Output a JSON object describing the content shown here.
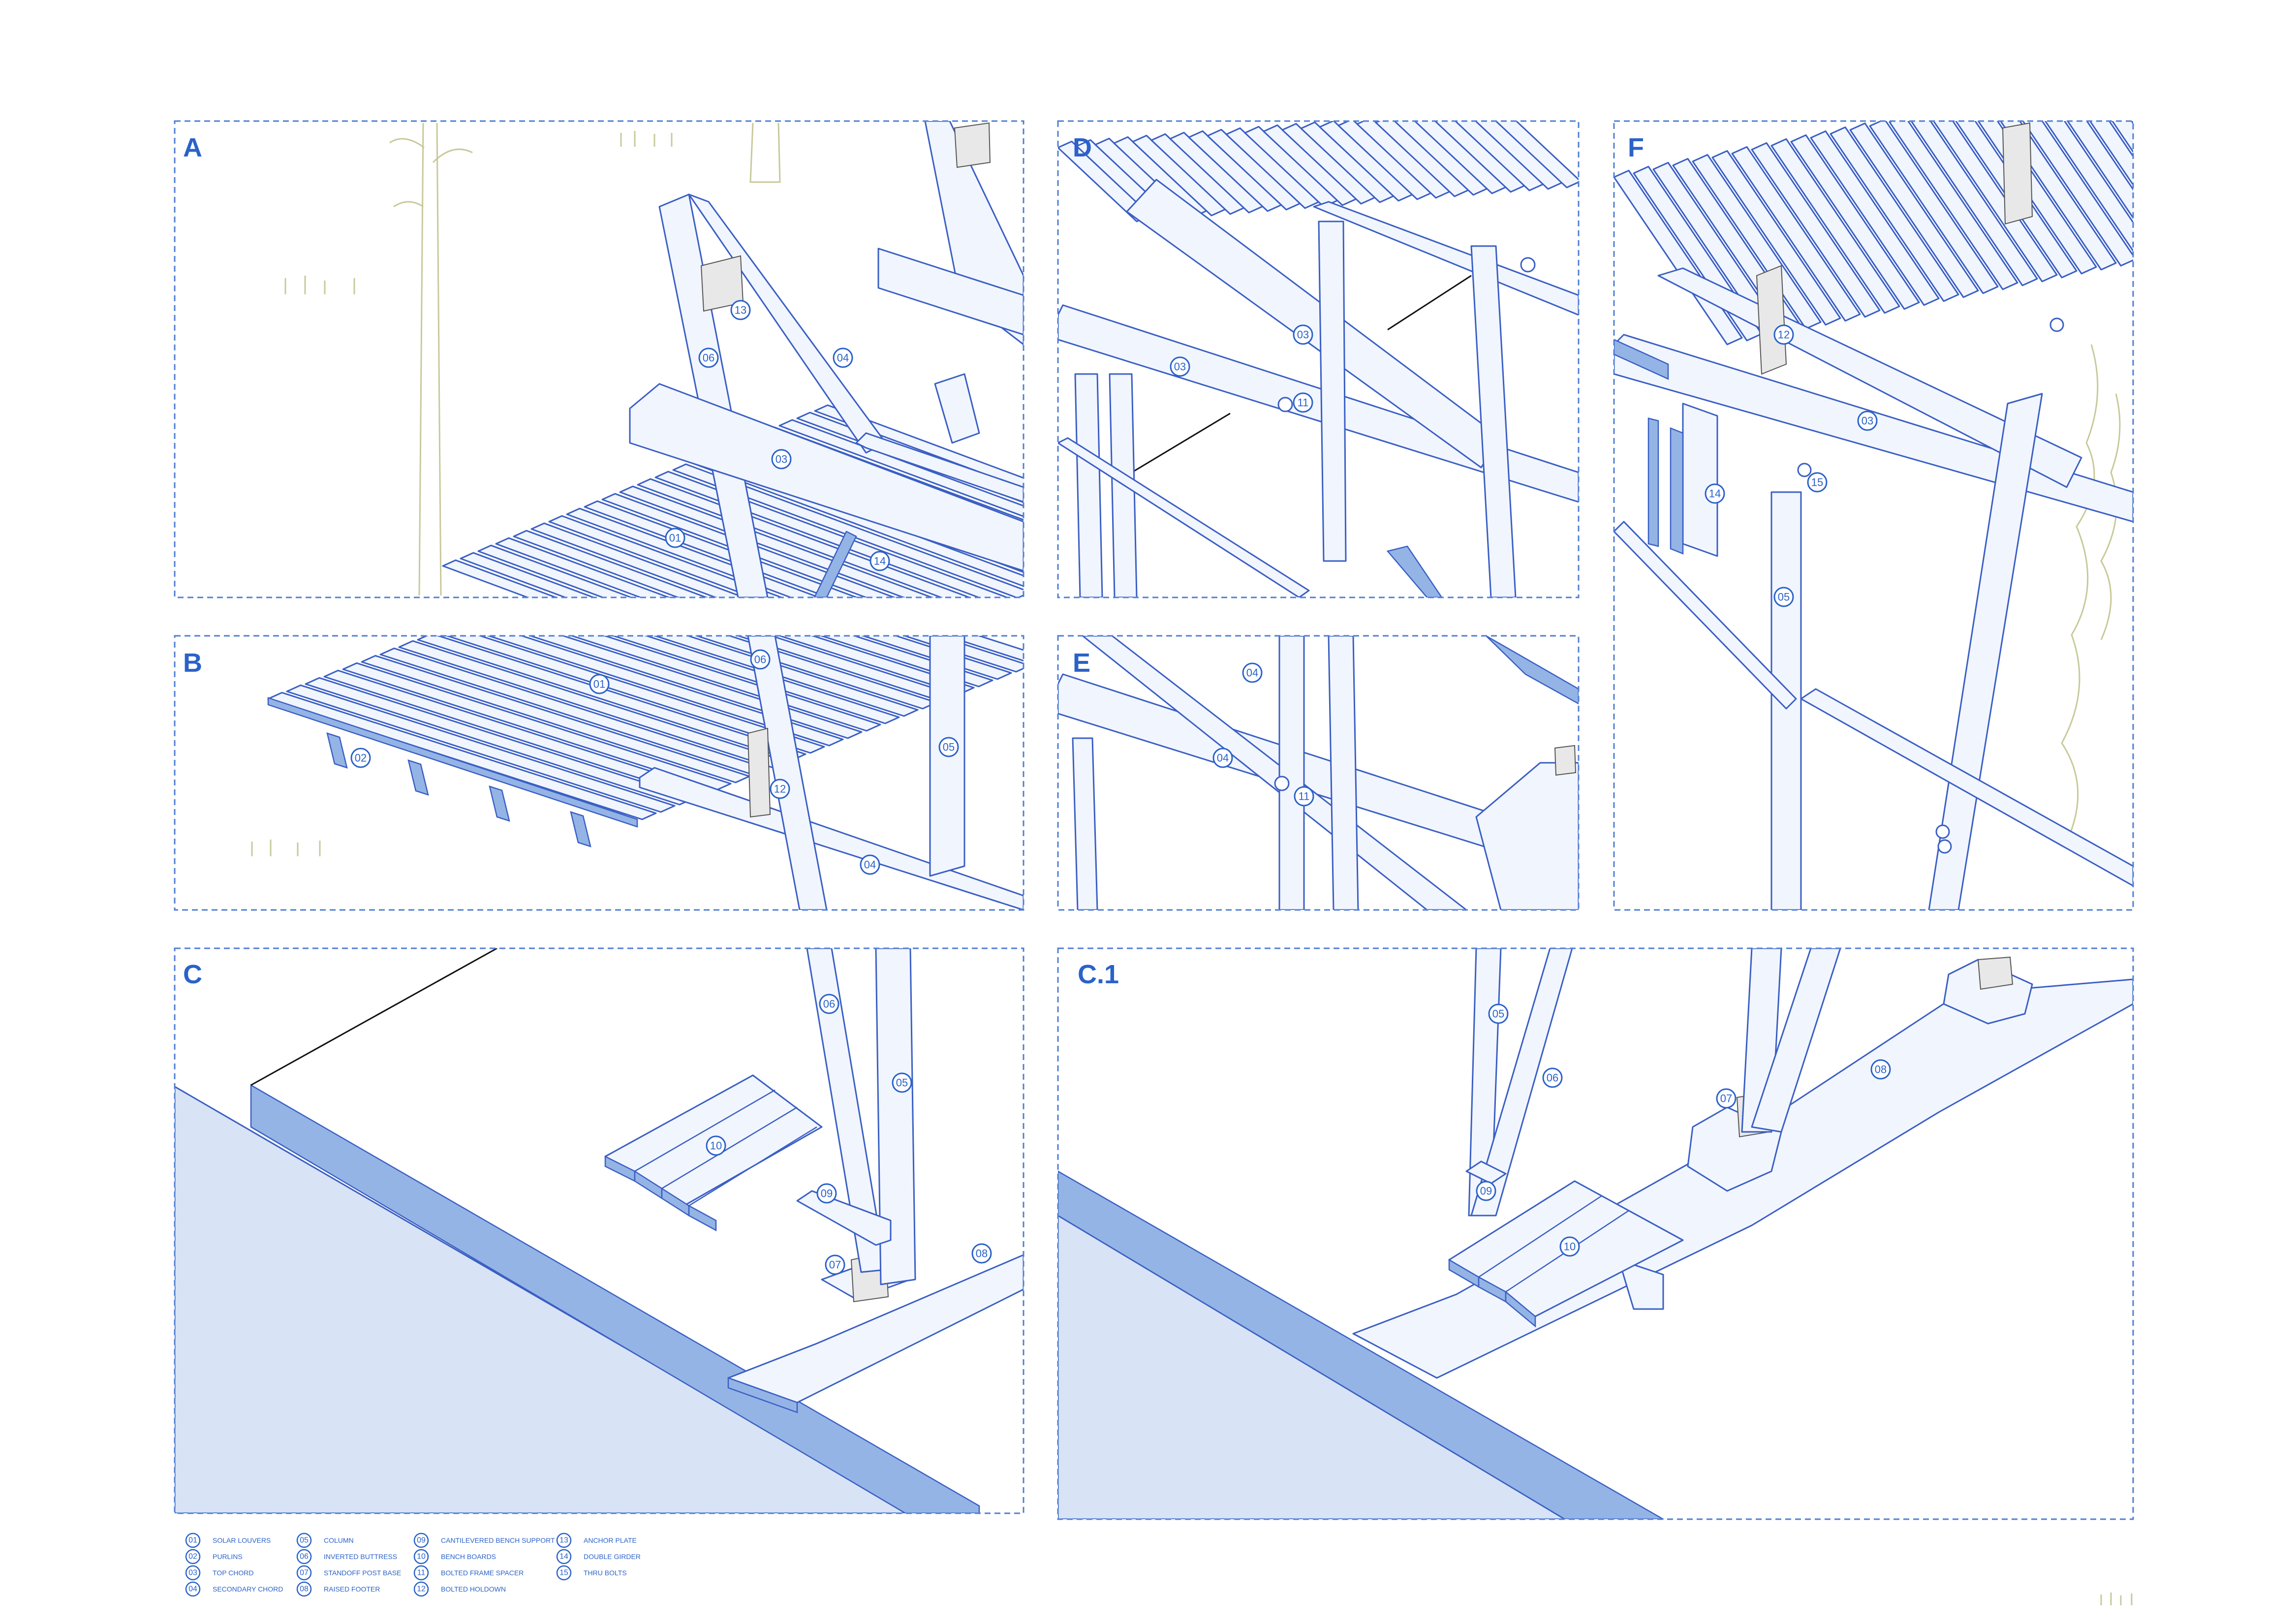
{
  "panels": [
    {
      "key": "A",
      "label": "A"
    },
    {
      "key": "B",
      "label": "B"
    },
    {
      "key": "C",
      "label": "C"
    },
    {
      "key": "C1",
      "label": "C.1"
    },
    {
      "key": "D",
      "label": "D"
    },
    {
      "key": "E",
      "label": "E"
    },
    {
      "key": "F",
      "label": "F"
    }
  ],
  "callouts": {
    "A": [
      "13",
      "06",
      "04",
      "03",
      "01",
      "14"
    ],
    "B": [
      "01",
      "02",
      "06",
      "12",
      "05",
      "04"
    ],
    "C": [
      "06",
      "05",
      "10",
      "09",
      "07",
      "08"
    ],
    "C1": [
      "05",
      "06",
      "08",
      "07",
      "09",
      "10"
    ],
    "D": [
      "03",
      "03",
      "11"
    ],
    "E": [
      "04",
      "04",
      "11"
    ],
    "F": [
      "12",
      "03",
      "14",
      "15",
      "05"
    ]
  },
  "legend": [
    {
      "num": "01",
      "label": "SOLAR LOUVERS"
    },
    {
      "num": "02",
      "label": "PURLINS"
    },
    {
      "num": "03",
      "label": "TOP CHORD"
    },
    {
      "num": "04",
      "label": "SECONDARY CHORD"
    },
    {
      "num": "05",
      "label": "COLUMN"
    },
    {
      "num": "06",
      "label": "INVERTED BUTTRESS"
    },
    {
      "num": "07",
      "label": "STANDOFF POST BASE"
    },
    {
      "num": "08",
      "label": "RAISED FOOTER"
    },
    {
      "num": "09",
      "label": "CANTILEVERED BENCH SUPPORT"
    },
    {
      "num": "10",
      "label": "BENCH BOARDS"
    },
    {
      "num": "11",
      "label": "BOLTED FRAME SPACER"
    },
    {
      "num": "12",
      "label": "BOLTED HOLDOWN"
    },
    {
      "num": "13",
      "label": "ANCHOR PLATE"
    },
    {
      "num": "14",
      "label": "DOUBLE GIRDER"
    },
    {
      "num": "15",
      "label": "THRU BOLTS"
    }
  ],
  "colors": {
    "accent": "#2a62c9",
    "line": "#3a5fc4",
    "fill": "#f1f5fe",
    "shade": "#94b4e6",
    "ground": "#d8e3f6",
    "tree": "#c8c99a"
  },
  "scale_icon": "scale-marks-icon"
}
